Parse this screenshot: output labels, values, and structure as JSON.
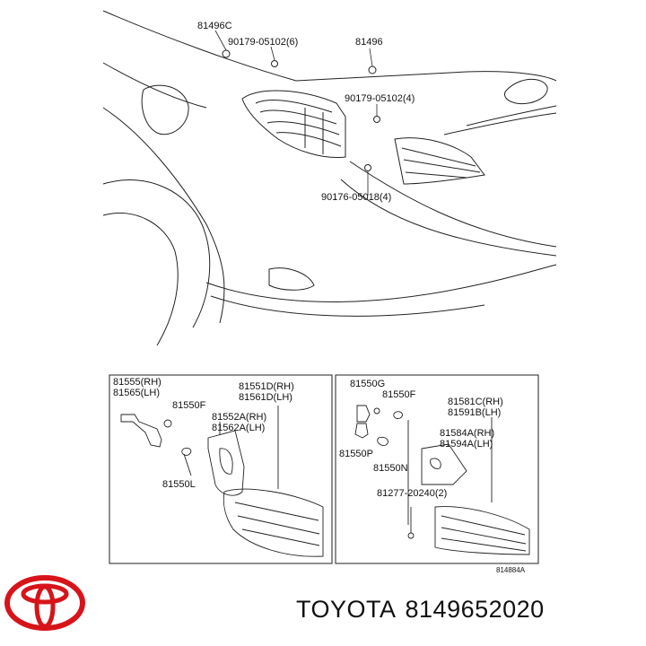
{
  "callouts": {
    "top": {
      "c81496C": "81496C",
      "c90179_a": "90179-05102(6)",
      "c81496": "81496",
      "c90179_b": "90179-05102(4)",
      "c90176": "90176-05018(4)"
    },
    "left_inset": {
      "c81555": "81555(RH)",
      "c81565": "81565(LH)",
      "c81550F": "81550F",
      "c81551D": "81551D(RH)",
      "c81561D": "81561D(LH)",
      "c81552A": "81552A(RH)",
      "c81562A": "81562A(LH)",
      "c81550L": "81550L"
    },
    "right_inset": {
      "c81550G": "81550G",
      "c81550F": "81550F",
      "c81581C": "81581C(RH)",
      "c81591B": "81591B(LH)",
      "c81584A": "81584A(RH)",
      "c81594A": "81594A(LH)",
      "c81550P": "81550P",
      "c81550N": "81550N",
      "c81277": "81277-20240(2)"
    },
    "figure_code": "814884A"
  },
  "caption": {
    "brand": "TOYOTA",
    "part_number": "8149652020"
  },
  "colors": {
    "line": "#222222",
    "logo_red": "#d7141a"
  }
}
